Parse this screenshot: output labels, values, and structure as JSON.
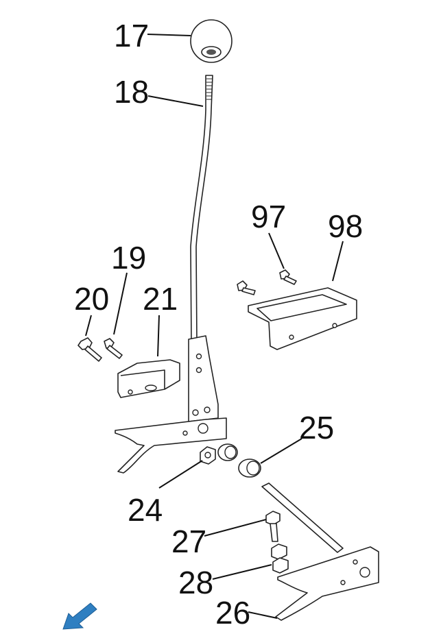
{
  "diagram": {
    "callouts": {
      "c17": "17",
      "c18": "18",
      "c19": "19",
      "c20": "20",
      "c21": "21",
      "c97": "97",
      "c98": "98",
      "c25": "25",
      "c24": "24",
      "c27": "27",
      "c28": "28",
      "c26": "26"
    }
  },
  "nav": {
    "back_arrow_icon": "arrow-down-left-icon",
    "arrow_color": "#2f7fc1"
  }
}
